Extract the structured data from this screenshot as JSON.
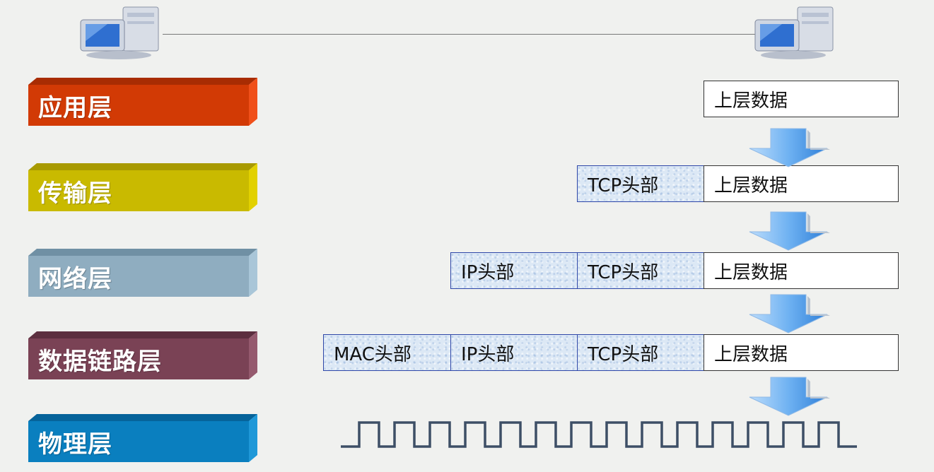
{
  "layers": [
    {
      "label": "应用层",
      "color": "#d23a05",
      "top_color": "#a82c03",
      "side_color": "#f0501a"
    },
    {
      "label": "传输层",
      "color": "#c9ba00",
      "top_color": "#a89a00",
      "side_color": "#e2d100"
    },
    {
      "label": "网络层",
      "color": "#8fadc0",
      "top_color": "#7090a4",
      "side_color": "#a9c6d8"
    },
    {
      "label": "数据链路层",
      "color": "#7a4255",
      "top_color": "#5c2f3f",
      "side_color": "#955a6e"
    },
    {
      "label": "物理层",
      "color": "#0a7fbf",
      "top_color": "#06639a",
      "side_color": "#1f98d8"
    }
  ],
  "packets": {
    "application": {
      "payload": "上层数据"
    },
    "transport": {
      "tcp": "TCP头部",
      "payload": "上层数据"
    },
    "network": {
      "ip": "IP头部",
      "tcp": "TCP头部",
      "payload": "上层数据"
    },
    "datalink": {
      "mac": "MAC头部",
      "ip": "IP头部",
      "tcp": "TCP头部",
      "payload": "上层数据"
    }
  },
  "icons": [
    "computer-icon",
    "computer-icon",
    "down-arrow-icon",
    "square-wave-signal"
  ],
  "colors": {
    "header_fill": "#dce8f5",
    "header_border": "#2f47a8",
    "arrow": "#4f9ee8",
    "wave": "#3d4f66"
  }
}
